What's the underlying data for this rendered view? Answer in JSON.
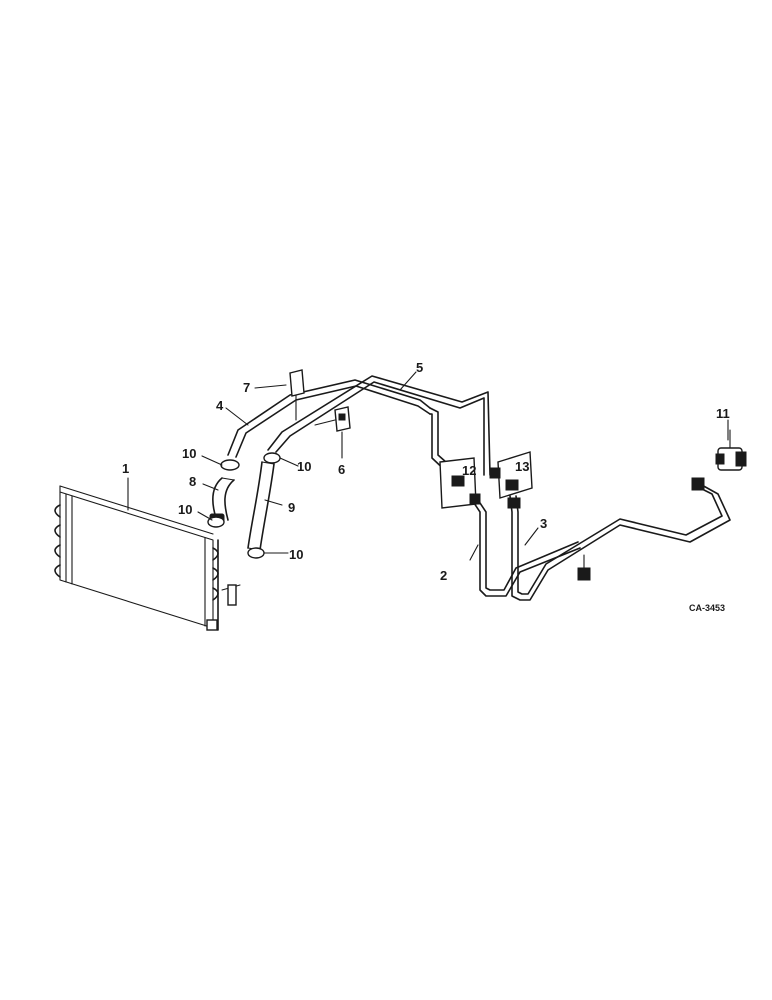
{
  "callouts": [
    "1",
    "2",
    "3",
    "4",
    "5",
    "6",
    "7",
    "8",
    "9",
    "10",
    "10",
    "10",
    "10",
    "11",
    "12",
    "13"
  ],
  "figure_code": "CA-3453"
}
